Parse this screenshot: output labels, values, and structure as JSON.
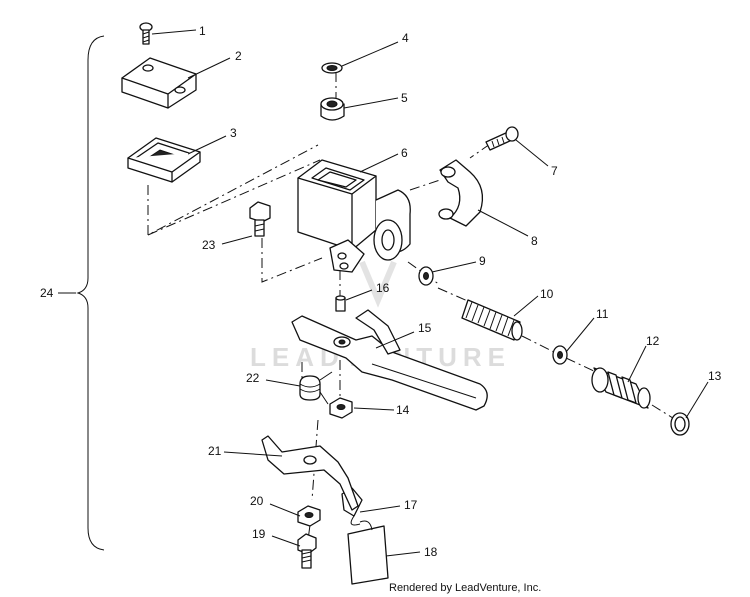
{
  "diagram": {
    "watermark": "LEADVENTURE",
    "credit": "Rendered by LeadVenture, Inc.",
    "callouts": [
      "1",
      "2",
      "3",
      "4",
      "5",
      "6",
      "7",
      "8",
      "9",
      "10",
      "11",
      "12",
      "13",
      "14",
      "15",
      "16",
      "17",
      "18",
      "19",
      "20",
      "21",
      "22",
      "23",
      "24"
    ]
  }
}
